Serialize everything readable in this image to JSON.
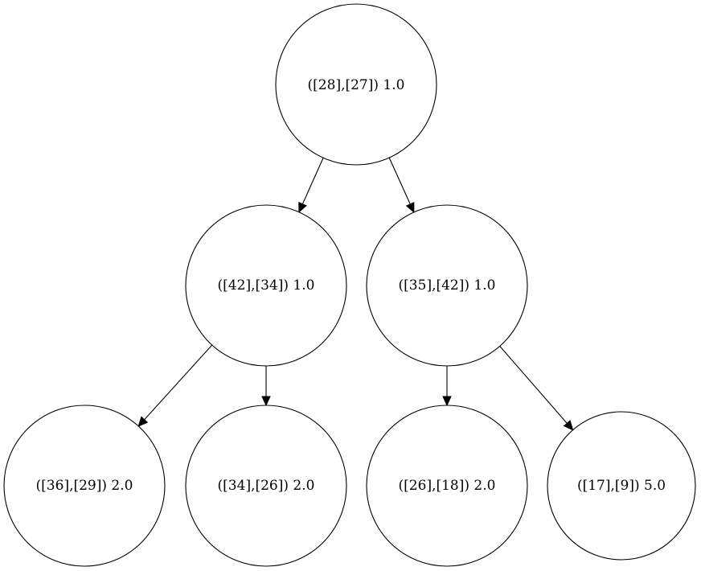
{
  "diagram": {
    "nodes": [
      {
        "id": "n0",
        "label": "([28],[27]) 1.0"
      },
      {
        "id": "n1",
        "label": "([42],[34]) 1.0"
      },
      {
        "id": "n2",
        "label": "([35],[42]) 1.0"
      },
      {
        "id": "n3",
        "label": "([36],[29]) 2.0"
      },
      {
        "id": "n4",
        "label": "([34],[26]) 2.0"
      },
      {
        "id": "n5",
        "label": "([26],[18]) 2.0"
      },
      {
        "id": "n6",
        "label": "([17],[9]) 5.0"
      }
    ],
    "edges": [
      {
        "from": "n0",
        "to": "n1"
      },
      {
        "from": "n0",
        "to": "n2"
      },
      {
        "from": "n1",
        "to": "n3"
      },
      {
        "from": "n1",
        "to": "n4"
      },
      {
        "from": "n2",
        "to": "n5"
      },
      {
        "from": "n2",
        "to": "n6"
      }
    ]
  }
}
